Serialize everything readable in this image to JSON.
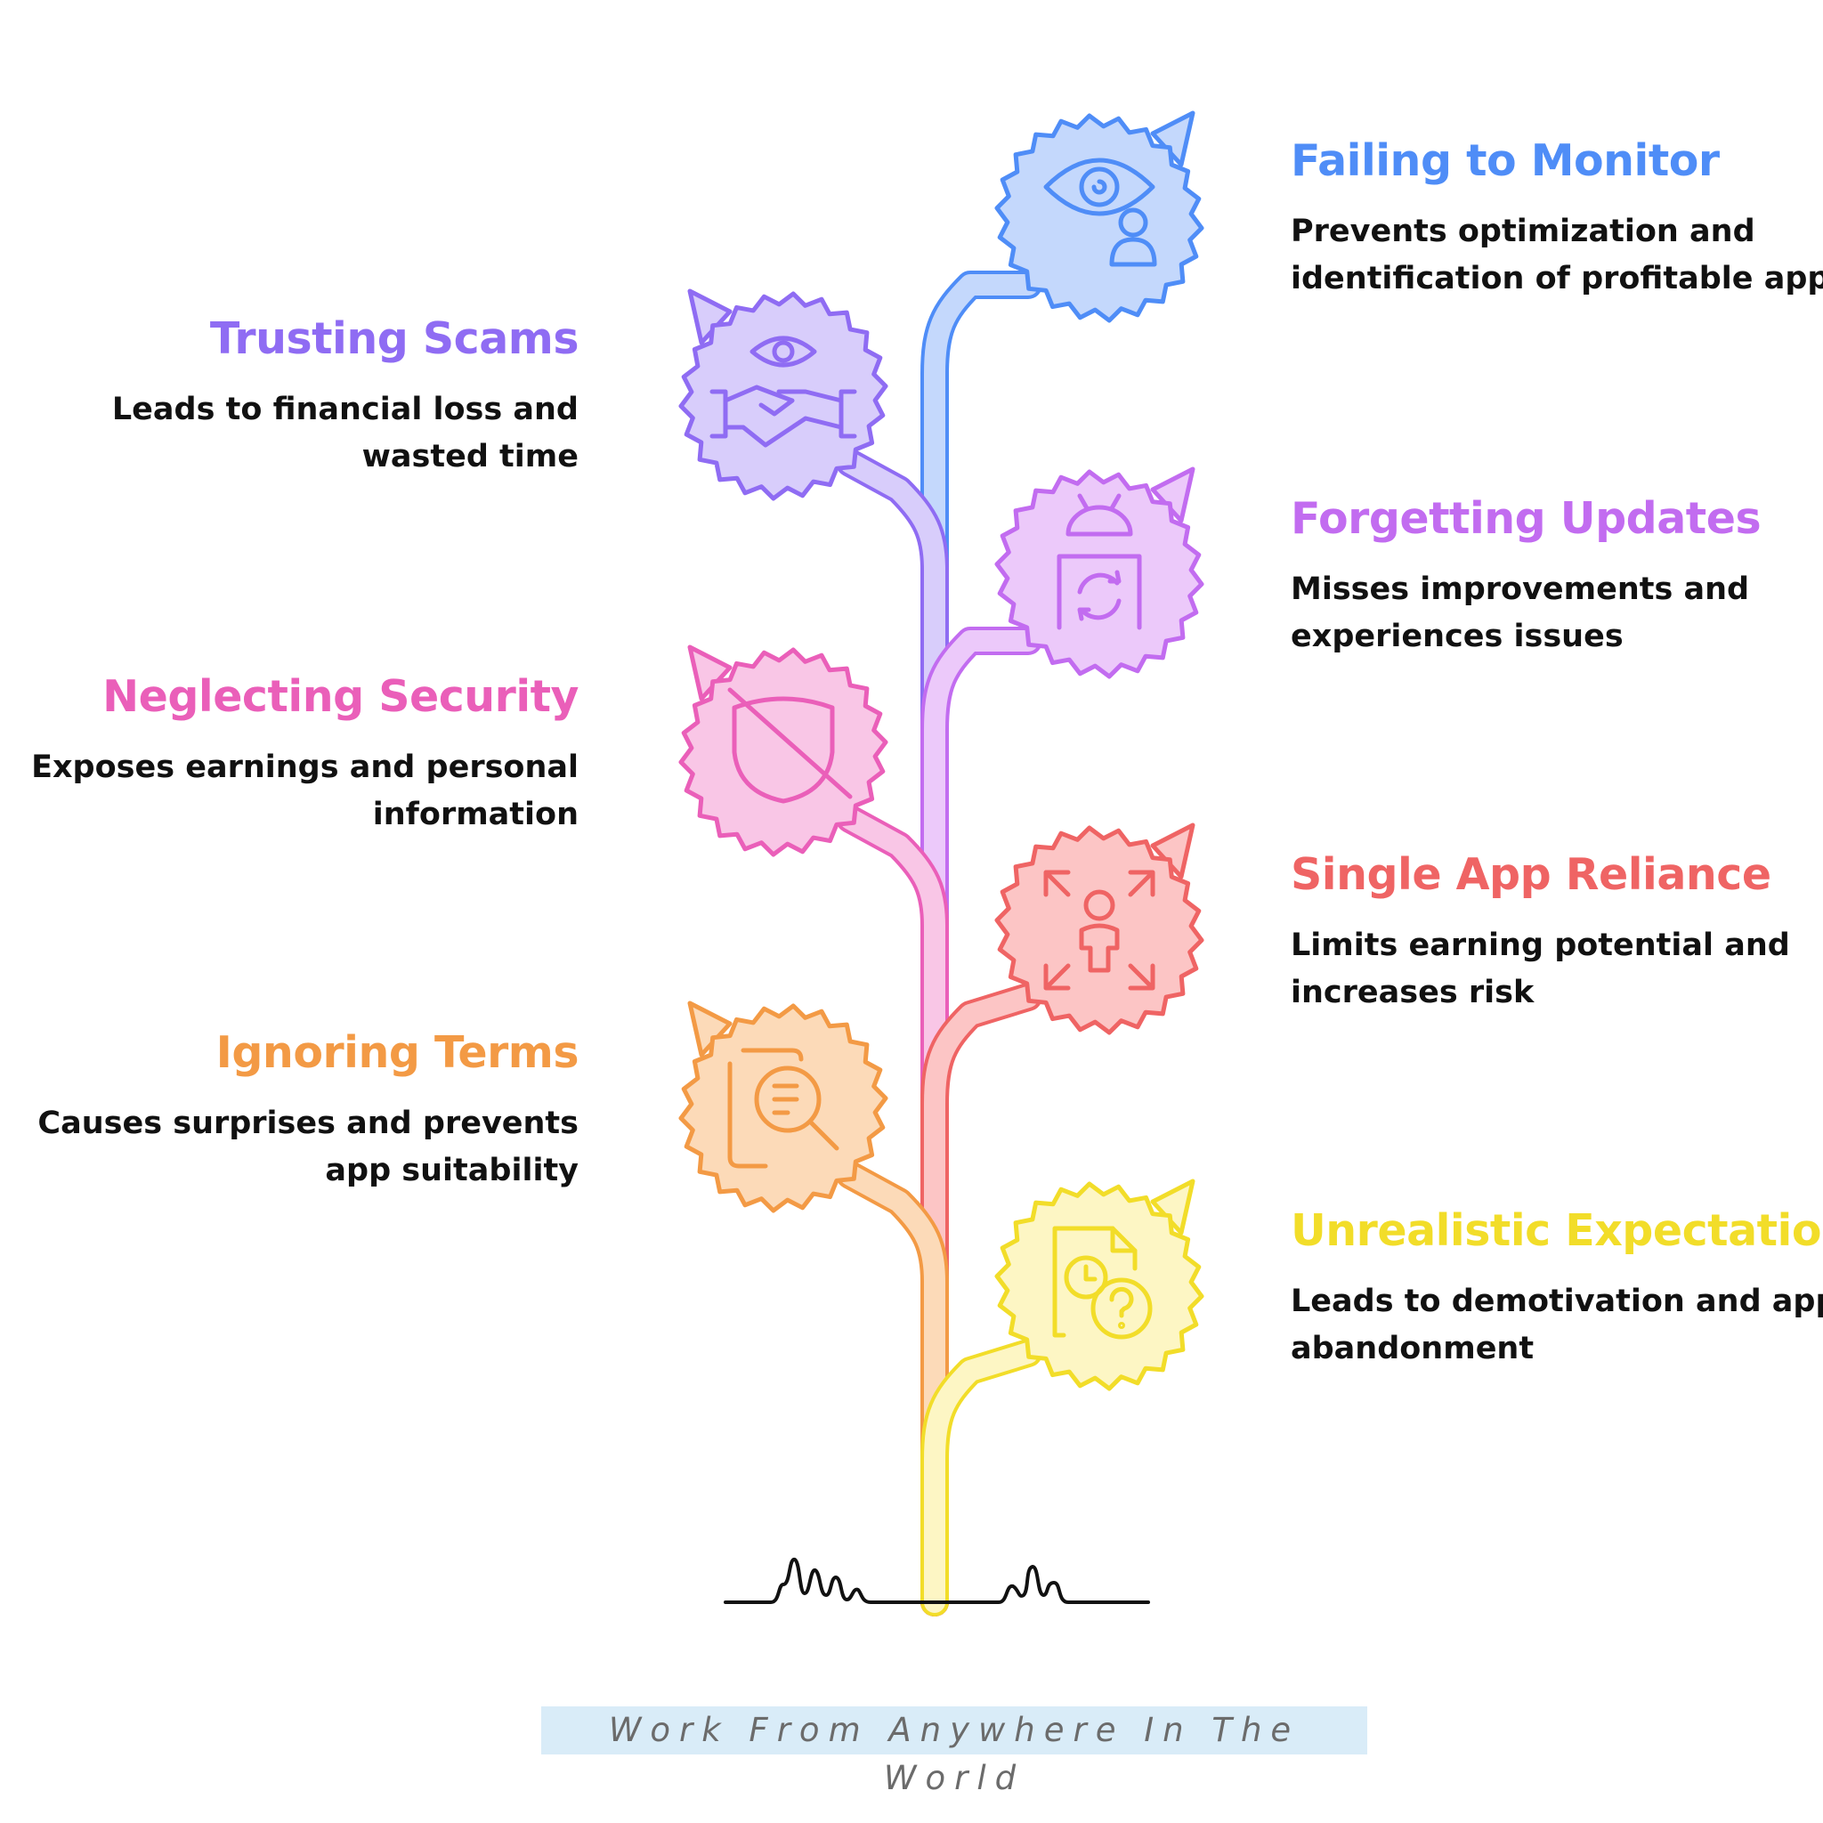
{
  "items": [
    {
      "title": "Failing to Monitor",
      "description": "Prevents optimization and identification of profitable apps",
      "color": "#4f8df7",
      "fill": "#c4d8fc",
      "icon": "eye-user-icon"
    },
    {
      "title": "Trusting Scams",
      "description": "Leads to financial loss and wasted time",
      "color": "#8f6cf3",
      "fill": "#d8cdfb",
      "icon": "eye-handshake-icon"
    },
    {
      "title": "Forgetting Updates",
      "description": "Misses improvements and experiences issues",
      "color": "#c26cf0",
      "fill": "#ecc9fa",
      "icon": "android-refresh-icon"
    },
    {
      "title": "Neglecting Security",
      "description": "Exposes earnings and personal information",
      "color": "#ea5fb9",
      "fill": "#f9c6e6",
      "icon": "shield-off-icon"
    },
    {
      "title": "Single App Reliance",
      "description": "Limits earning potential and increases risk",
      "color": "#ef6464",
      "fill": "#fcc5c5",
      "icon": "person-expand-icon"
    },
    {
      "title": "Ignoring Terms",
      "description": "Causes surprises and prevents app suitability",
      "color": "#f39a45",
      "fill": "#fcdab8",
      "icon": "document-search-icon"
    },
    {
      "title": "Unrealistic Expectations",
      "description": "Leads to demotivation and app abandonment",
      "color": "#f2dd29",
      "fill": "#fdf6c4",
      "icon": "document-clock-question-icon"
    }
  ],
  "footer": "Work From Anywhere In The World"
}
